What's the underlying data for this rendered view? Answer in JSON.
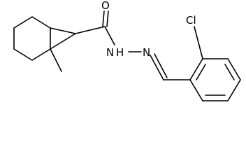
{
  "atoms": {
    "carbonyl_oxygen": "O",
    "amide_nh": "N",
    "amide_h": "H",
    "imine_n": "N",
    "chlorine": "Cl"
  },
  "colors": {
    "bond": "#000000",
    "label": "#000000",
    "background": "#ffffff"
  }
}
